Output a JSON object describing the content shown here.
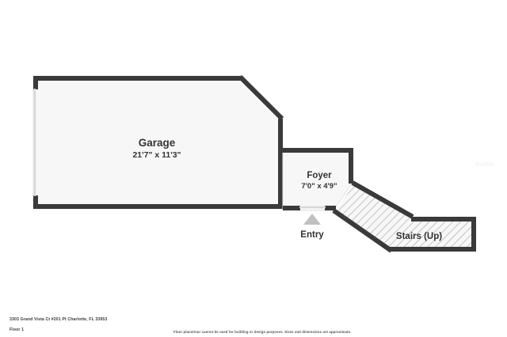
{
  "document": {
    "type": "floor-plan",
    "watermark": "Redfin"
  },
  "rooms": [
    {
      "id": "garage",
      "name": "Garage",
      "dimensions": "21'7\" x 11'3\"",
      "fill": "#f7f7f7"
    },
    {
      "id": "foyer",
      "name": "Foyer",
      "dimensions": "7'0\" x 4'9\"",
      "fill": "#f7f7f7"
    },
    {
      "id": "stairs",
      "name": "Stairs (Up)",
      "dimensions": "",
      "fill": "#f5f5f5"
    }
  ],
  "markers": {
    "entry_label": "Entry",
    "entry_arrow": "up-triangle-icon"
  },
  "footer": {
    "address": "3303 Grand Vista Ct #201 Pt Charlotte, FL 33953",
    "floor": "Floor 1",
    "disclaimer": "Floor plans/tour cannot be used for building or design purposes. Sizes and dimensions are approximate."
  },
  "colors": {
    "wall": "#3a3a3a",
    "room_fill": "#f7f7f7",
    "background": "#ffffff",
    "text": "#333333",
    "arrow": "#b8b8b8",
    "hatch": "#9a9a9a"
  }
}
